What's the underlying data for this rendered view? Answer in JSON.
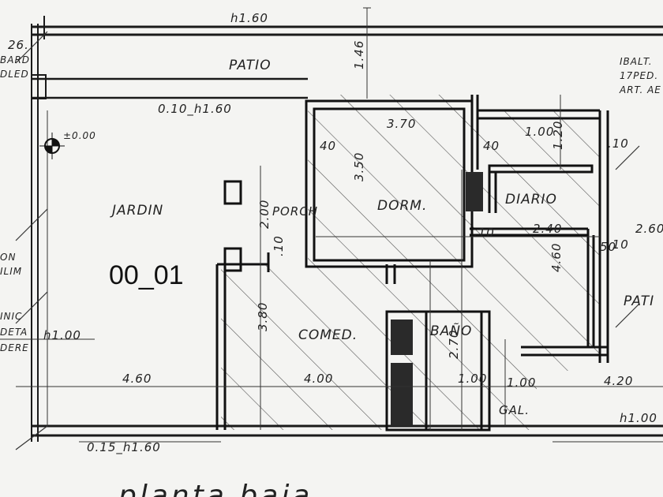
{
  "plan": {
    "level_code": "00_01",
    "title": "planta baja",
    "level_mark": "±0.00",
    "rooms": {
      "jardin": "JARDIN",
      "patio": "PATIO",
      "dormitorio": "DORM.",
      "diario": "DIARIO",
      "comedor": "COMED.",
      "bano": "BAÑO",
      "patio_right": "PATI",
      "gal": "GAL."
    },
    "dims": {
      "top_length": "h1.60",
      "v_146": "1.46",
      "d_010_h160": "0.10_h1.60",
      "d_370": "3.70",
      "d_350": "3.50",
      "d_100a": "1.00",
      "d_10": ".10",
      "d_40": "40",
      "d_120": "1.20",
      "d_200": "2.00",
      "d_porch": "PORCH",
      "d_10b": ".10",
      "d_240": "2.40",
      "d_460v": "4.60",
      "d_260": "2.60",
      "d_10c": ".10",
      "d_380": "3.80",
      "d_10d": ".10",
      "d_270": "2.70",
      "d_100b": "1.00",
      "d_100c": "1.00",
      "d_460h": "4.60",
      "d_400": "4.00",
      "d_420": "4.20",
      "d_h100a": "h1.00",
      "d_h100b": "h1.00",
      "d_015_h160": "0.15_h1.60",
      "d_5": "50",
      "d_26": "26."
    },
    "edge_notes": {
      "left": [
        "BARD",
        "DLED",
        "ON",
        "ILIM",
        "INIC",
        "DETA",
        "DERE"
      ],
      "right": [
        "IBALT.",
        "17PED.",
        "ART. AE"
      ]
    }
  }
}
